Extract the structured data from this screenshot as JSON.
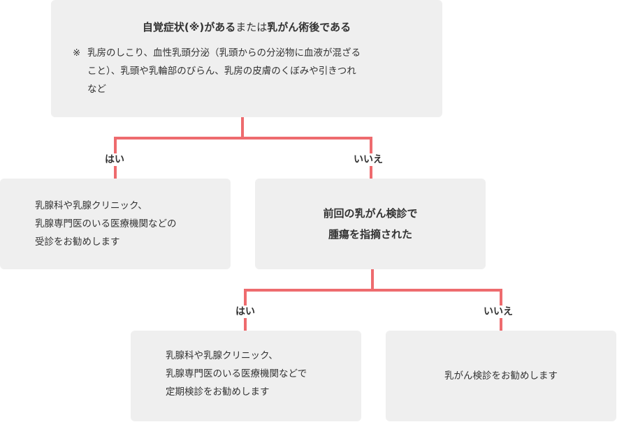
{
  "top": {
    "title_parts": [
      {
        "text": "自覚症状(※)がある",
        "bold": true
      },
      {
        "text": "または",
        "bold": false
      },
      {
        "text": "乳がん術後である",
        "bold": true
      }
    ],
    "note_mark": "※",
    "note_lines": [
      "乳房のしこり、血性乳頭分泌（乳頭からの分泌物に血液が混ざる",
      "こと）、乳頭や乳輪部のびらん、乳房の皮膚のくぼみや引きつれ",
      "など"
    ]
  },
  "branch1": {
    "yes_label": "はい",
    "no_label": "いいえ"
  },
  "yes1": {
    "lines": [
      "乳腺科や乳腺クリニック、",
      "乳腺専門医のいる医療機関などの",
      "受診をお勧めします"
    ]
  },
  "no1": {
    "lines": [
      "前回の乳がん検診で",
      "腫瘍を指摘された"
    ]
  },
  "branch2": {
    "yes_label": "はい",
    "no_label": "いいえ"
  },
  "yes2": {
    "lines": [
      "乳腺科や乳腺クリニック、",
      "乳腺専門医のいる医療機関などで",
      "定期検診をお勧めします"
    ]
  },
  "no2": {
    "text": "乳がん検診をお勧めします"
  },
  "colors": {
    "connector": "#ee6b6e",
    "box": "#efefef",
    "text": "#333333"
  }
}
